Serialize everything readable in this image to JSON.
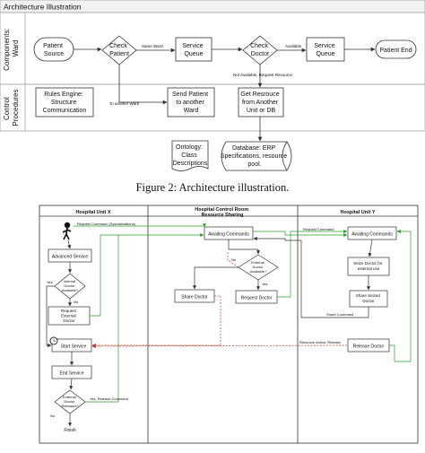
{
  "top": {
    "title": "Architecture Illustration",
    "lane_ward": [
      "Components:",
      "Ward"
    ],
    "lane_control": [
      "Control",
      "Procedures"
    ],
    "nodes": {
      "patient_source": [
        "Patient",
        "Source"
      ],
      "check_patient": [
        "Check",
        "Patient"
      ],
      "service_queue_1": [
        "Service",
        "Queue"
      ],
      "check_doctor": [
        "Check",
        "Doctor"
      ],
      "service_queue_2": [
        "Service",
        "Queue"
      ],
      "patient_end": "Patient End",
      "rules_engine": [
        "Rules Engine:",
        "Structure",
        "Communication"
      ],
      "send_patient": [
        "Send Patient",
        "to another",
        "Ward"
      ],
      "get_resource": [
        "Get Resrouce",
        "from Another",
        "Unit or DB"
      ],
      "ontology": [
        "Ontology:",
        "Class",
        "Descriptions"
      ],
      "database": [
        "Database: ERP",
        "Specifications, resource",
        "pool."
      ]
    },
    "edge_labels": {
      "same_ward": "Same Ward",
      "available": "Available",
      "not_available": "Not Available, Request Resource",
      "another_ward": "To another Ward"
    }
  },
  "caption": "Figure 2: Architecture illustration.",
  "bottom": {
    "lanes": {
      "unit_x": "Hospital Unit X",
      "control_room": [
        "Hospital Control Room",
        "Resource Sharing"
      ],
      "unit_y": "Hospital Unit Y"
    },
    "nodes": {
      "advanced_service": "Advanced Service",
      "internal_doctor": [
        "Internal",
        "Doctor",
        "Available?"
      ],
      "request_external": [
        "Request",
        "External",
        "Doctor"
      ],
      "start_service": "Start Service",
      "end_service": "End Service",
      "external_doctor_release": [
        "External",
        "Doctor",
        "Released?"
      ],
      "finish": "Finish",
      "awaiting_commands_mid": "Awaiting Commands",
      "share_doctor_mid": "Share Doctor",
      "external_doctor_available": [
        "External",
        "Doctor",
        "Available?"
      ],
      "request_doctor": "Request Doctor",
      "awaiting_commands_right": "Awaiting Commands",
      "seize_doctor": [
        "Seize Doctor for",
        "external use"
      ],
      "share_seized": [
        "Share Seized",
        "Doctor"
      ],
      "release_doctor": "Release Doctor"
    },
    "edge_labels": {
      "request_command_spec": "Request Command (Specializations)",
      "request_command": "Request Command",
      "share_command": "Share Command",
      "resource_action_release": "Resource Action: Release",
      "yes_release_command": "Yes, Release Command",
      "yes": "Yes",
      "no": "No"
    }
  },
  "colors": {
    "flow": "#333333",
    "green": "#2e9e2e",
    "red": "#c0392b",
    "grey": "#888888",
    "node_fill": "#ffffff",
    "lane_fill": "#fafafa"
  }
}
